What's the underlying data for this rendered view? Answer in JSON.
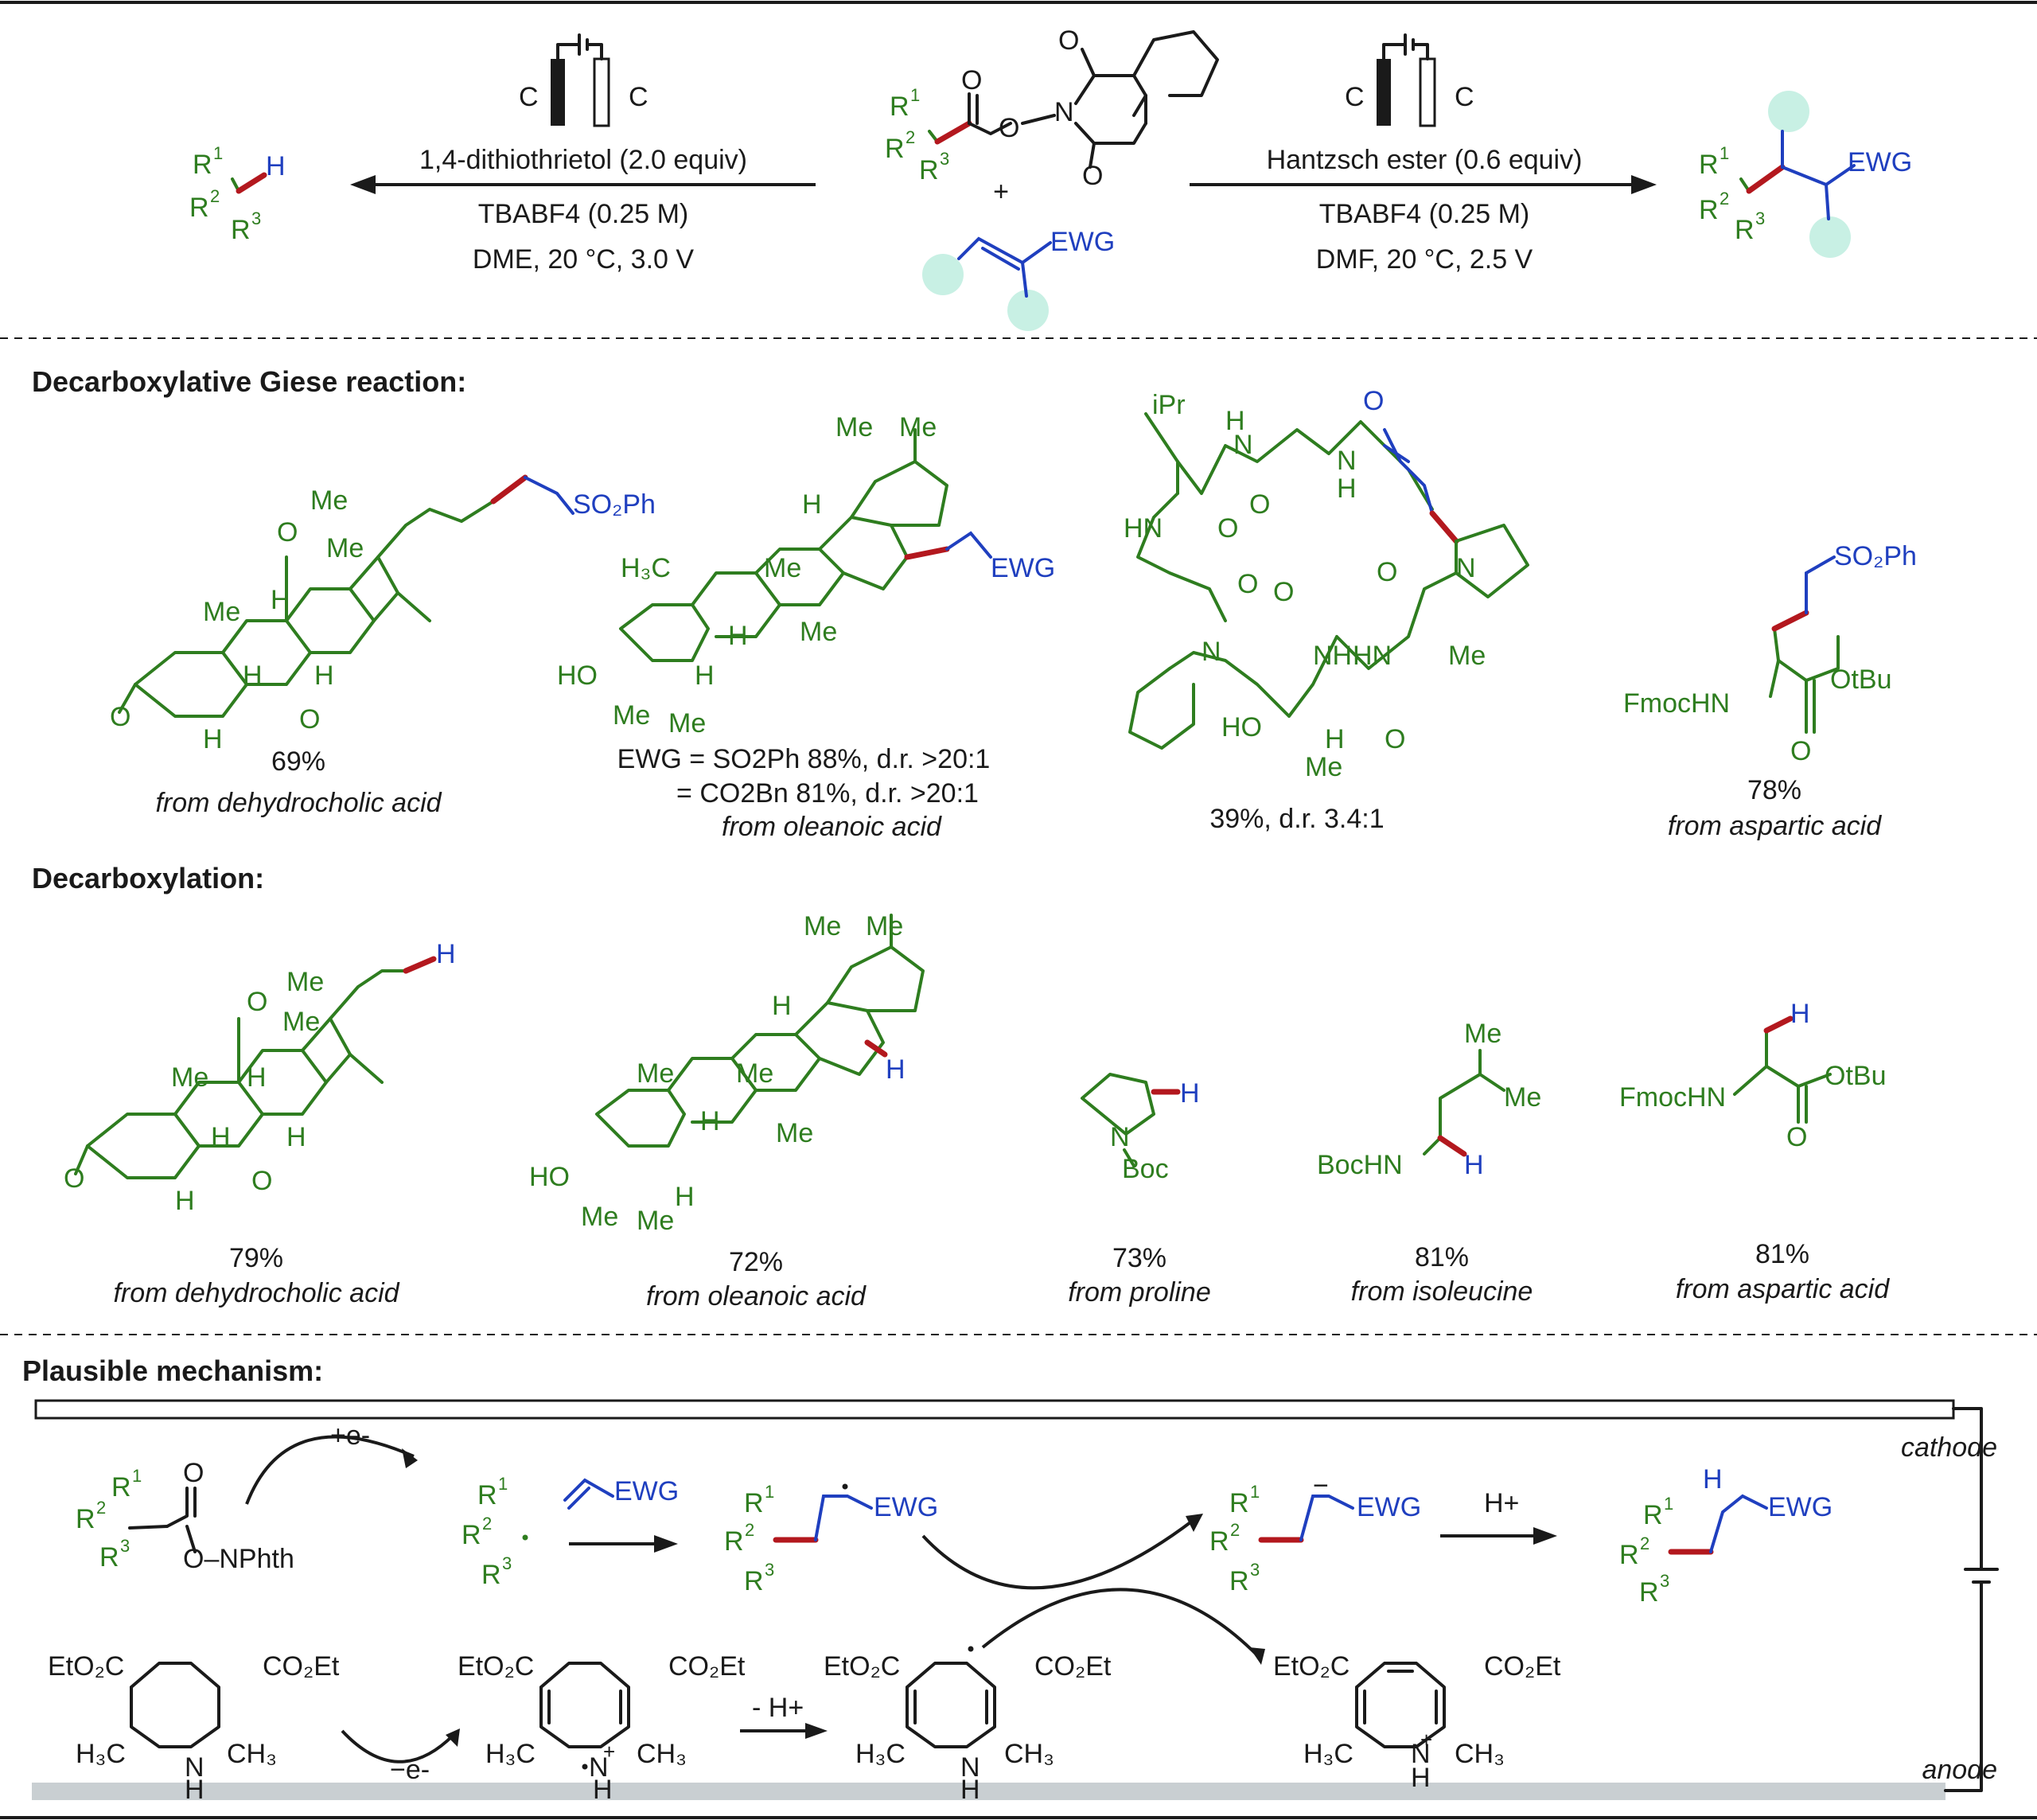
{
  "conditions": {
    "left": {
      "electrode_left": "C",
      "electrode_right": "C",
      "line1": "1,4-dithiothrietol (2.0 equiv)",
      "line2": "TBABF4 (0.25 M)",
      "line3": "DME, 20 °C, 3.0 V"
    },
    "right": {
      "electrode_left": "C",
      "electrode_right": "C",
      "line1": "Hantzsch ester (0.6 equiv)",
      "line2": "TBABF4 (0.25 M)",
      "line3": "DMF, 20 °C, 2.5 V"
    },
    "plus": "+",
    "ewg": "EWG"
  },
  "sections": {
    "giese": "Decarboxylative Giese reaction:",
    "decarboxylation": "Decarboxylation:",
    "mechanism": "Plausible mechanism:"
  },
  "giese_products": [
    {
      "yield": "69%",
      "source": "from dehydrocholic acid"
    },
    {
      "yield": "EWG = SO2Ph 88%, d.r. >20:1",
      "yield2": "= CO2Bn 81%, d.r. >20:1",
      "source": "from oleanoic acid"
    },
    {
      "yield": "39%, d.r. 3.4:1",
      "source": ""
    },
    {
      "yield": "78%",
      "source": "from aspartic acid"
    }
  ],
  "decarboxylation_products": [
    {
      "yield": "79%",
      "source": "from dehydrocholic acid"
    },
    {
      "yield": "72%",
      "source": "from oleanoic acid"
    },
    {
      "yield": "73%",
      "source": "from proline"
    },
    {
      "yield": "81%",
      "source": "from isoleucine"
    },
    {
      "yield": "81%",
      "source": "from aspartic acid"
    }
  ],
  "mechanism": {
    "cathode": "cathode",
    "anode": "anode",
    "reduction": "+e-",
    "oxidation": "−e-",
    "deprotonation": "- H+",
    "protonation": "H+",
    "nphth": "O–NPhth",
    "ewg": "EWG"
  },
  "colors": {
    "substrate": "#2e7d1f",
    "acceptor": "#1f3fbf",
    "new_bond": "#b3181e",
    "highlight": "#c8f0e4",
    "anode_bar": "#c9cfd2"
  }
}
